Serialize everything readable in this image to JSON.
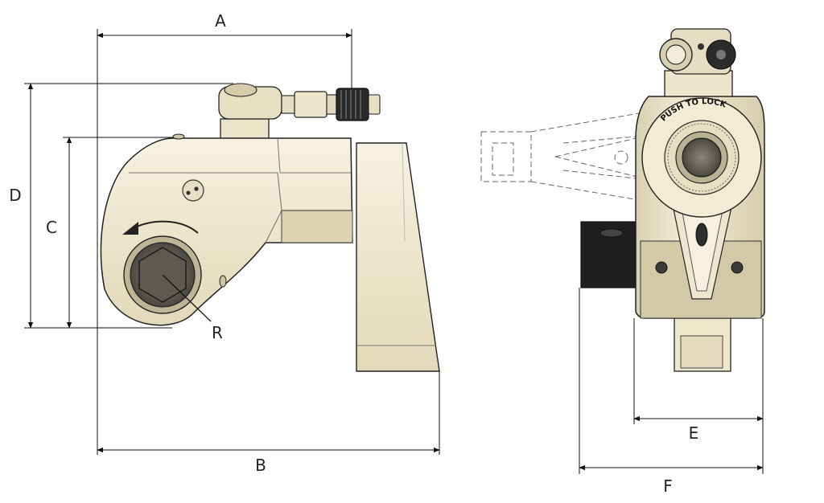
{
  "labels": {
    "A": "A",
    "B": "B",
    "C": "C",
    "D": "D",
    "E": "E",
    "F": "F",
    "R": "R"
  },
  "engraving": "PUSH TO LOCK",
  "colors": {
    "body": "#efe7cc",
    "body_shadow": "#d8cfb0",
    "body_light": "#f7f2e0",
    "dark_block": "#1f1f1f",
    "hex": "#6d6a63",
    "line": "#111111"
  }
}
